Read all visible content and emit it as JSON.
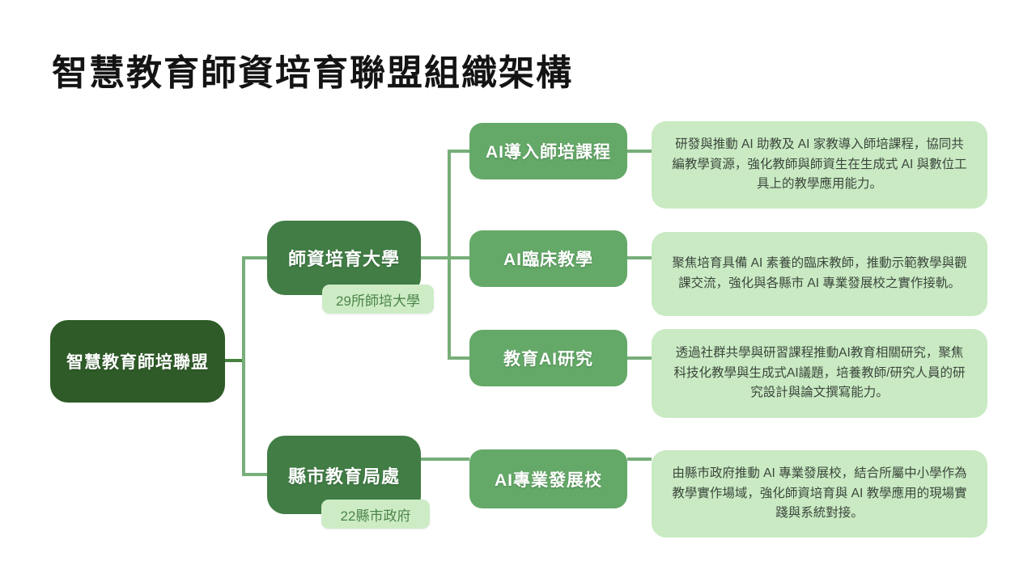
{
  "title": "智慧教育師資培育聯盟組織架構",
  "colors": {
    "root_node": "#2e5b27",
    "branch_node": "#417d45",
    "leaf_node": "#64a968",
    "description_box": "#c9eac3",
    "badge_bg": "#cdecc6",
    "badge_text": "#4c8448",
    "connector": "#77ae79",
    "title_text": "#141414"
  },
  "root": {
    "label": "智慧教育師培聯盟"
  },
  "branches": [
    {
      "label": "師資培育大學",
      "badge": "29所師培大學",
      "children": [
        {
          "label": "AI導入師培課程",
          "description": "研發與推動 AI 助教及 AI 家教導入師培課程，協同共編教學資源，強化教師與師資生在生成式 AI 與數位工具上的教學應用能力。"
        },
        {
          "label": "AI臨床教學",
          "description": "聚焦培育具備 AI 素養的臨床教師，推動示範教學與觀課交流，強化與各縣市 AI 專業發展校之實作接軌。"
        },
        {
          "label": "教育AI研究",
          "description": "透過社群共學與研習課程推動AI教育相關研究，聚焦科技化教學與生成式AI議題，培養教師/研究人員的研究設計與論文撰寫能力。"
        }
      ]
    },
    {
      "label": "縣市教育局處",
      "badge": "22縣市政府",
      "children": [
        {
          "label": "AI專業發展校",
          "description": "由縣市政府推動 AI 專業發展校，結合所屬中小學作為教學實作場域，強化師資培育與 AI 教學應用的現場實踐與系統對接。"
        }
      ]
    }
  ]
}
